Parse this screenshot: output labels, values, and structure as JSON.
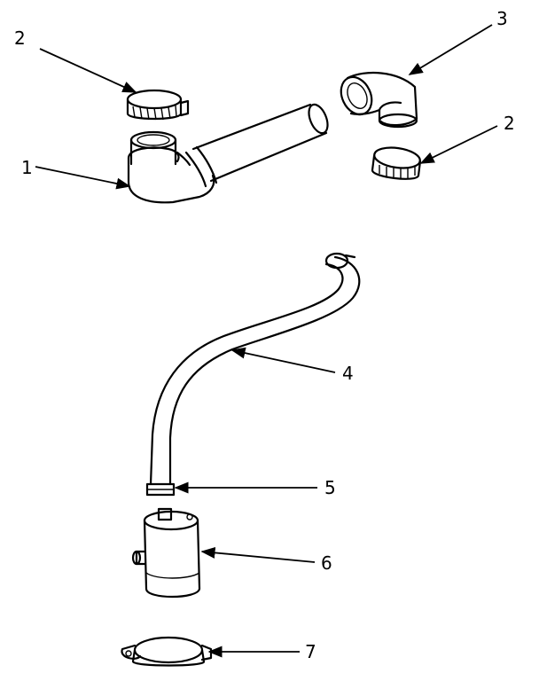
{
  "callouts": {
    "pipe_elbow": "1",
    "clamp_top_left": "2",
    "elbow_fitting": "3",
    "clamp_right": "2",
    "hose": "4",
    "hose_clamp_small": "5",
    "canister": "6",
    "bracket_clamp": "7"
  }
}
